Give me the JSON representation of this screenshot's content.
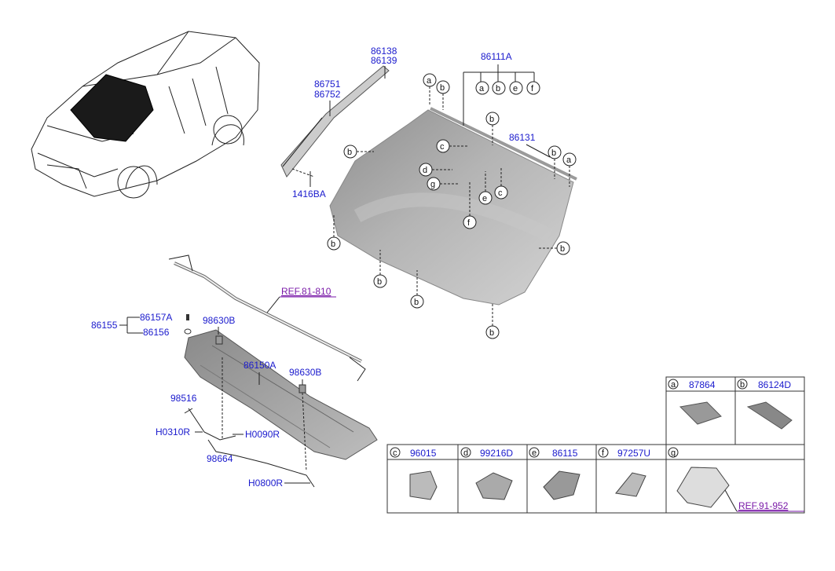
{
  "labels": {
    "p86138": "86138",
    "p86139": "86139",
    "p86751": "86751",
    "p86752": "86752",
    "p1416BA": "1416BA",
    "p86111A": "86111A",
    "p86131": "86131",
    "p86155": "86155",
    "p86157A": "86157A",
    "p86156": "86156",
    "p98630B_1": "98630B",
    "p98630B_2": "98630B",
    "p86150A": "86150A",
    "p98516": "98516",
    "pH0310R": "H0310R",
    "pH0090R": "H0090R",
    "p98664": "98664",
    "pH0800R": "H0800R",
    "ref1": "REF.81-810",
    "ref2": "REF.91-952"
  },
  "callouts": {
    "a": "a",
    "b": "b",
    "c": "c",
    "d": "d",
    "e": "e",
    "f": "f",
    "g": "g"
  },
  "legend": {
    "a": "87864",
    "b": "86124D",
    "c": "96015",
    "d": "99216D",
    "e": "86115",
    "f": "97257U"
  }
}
